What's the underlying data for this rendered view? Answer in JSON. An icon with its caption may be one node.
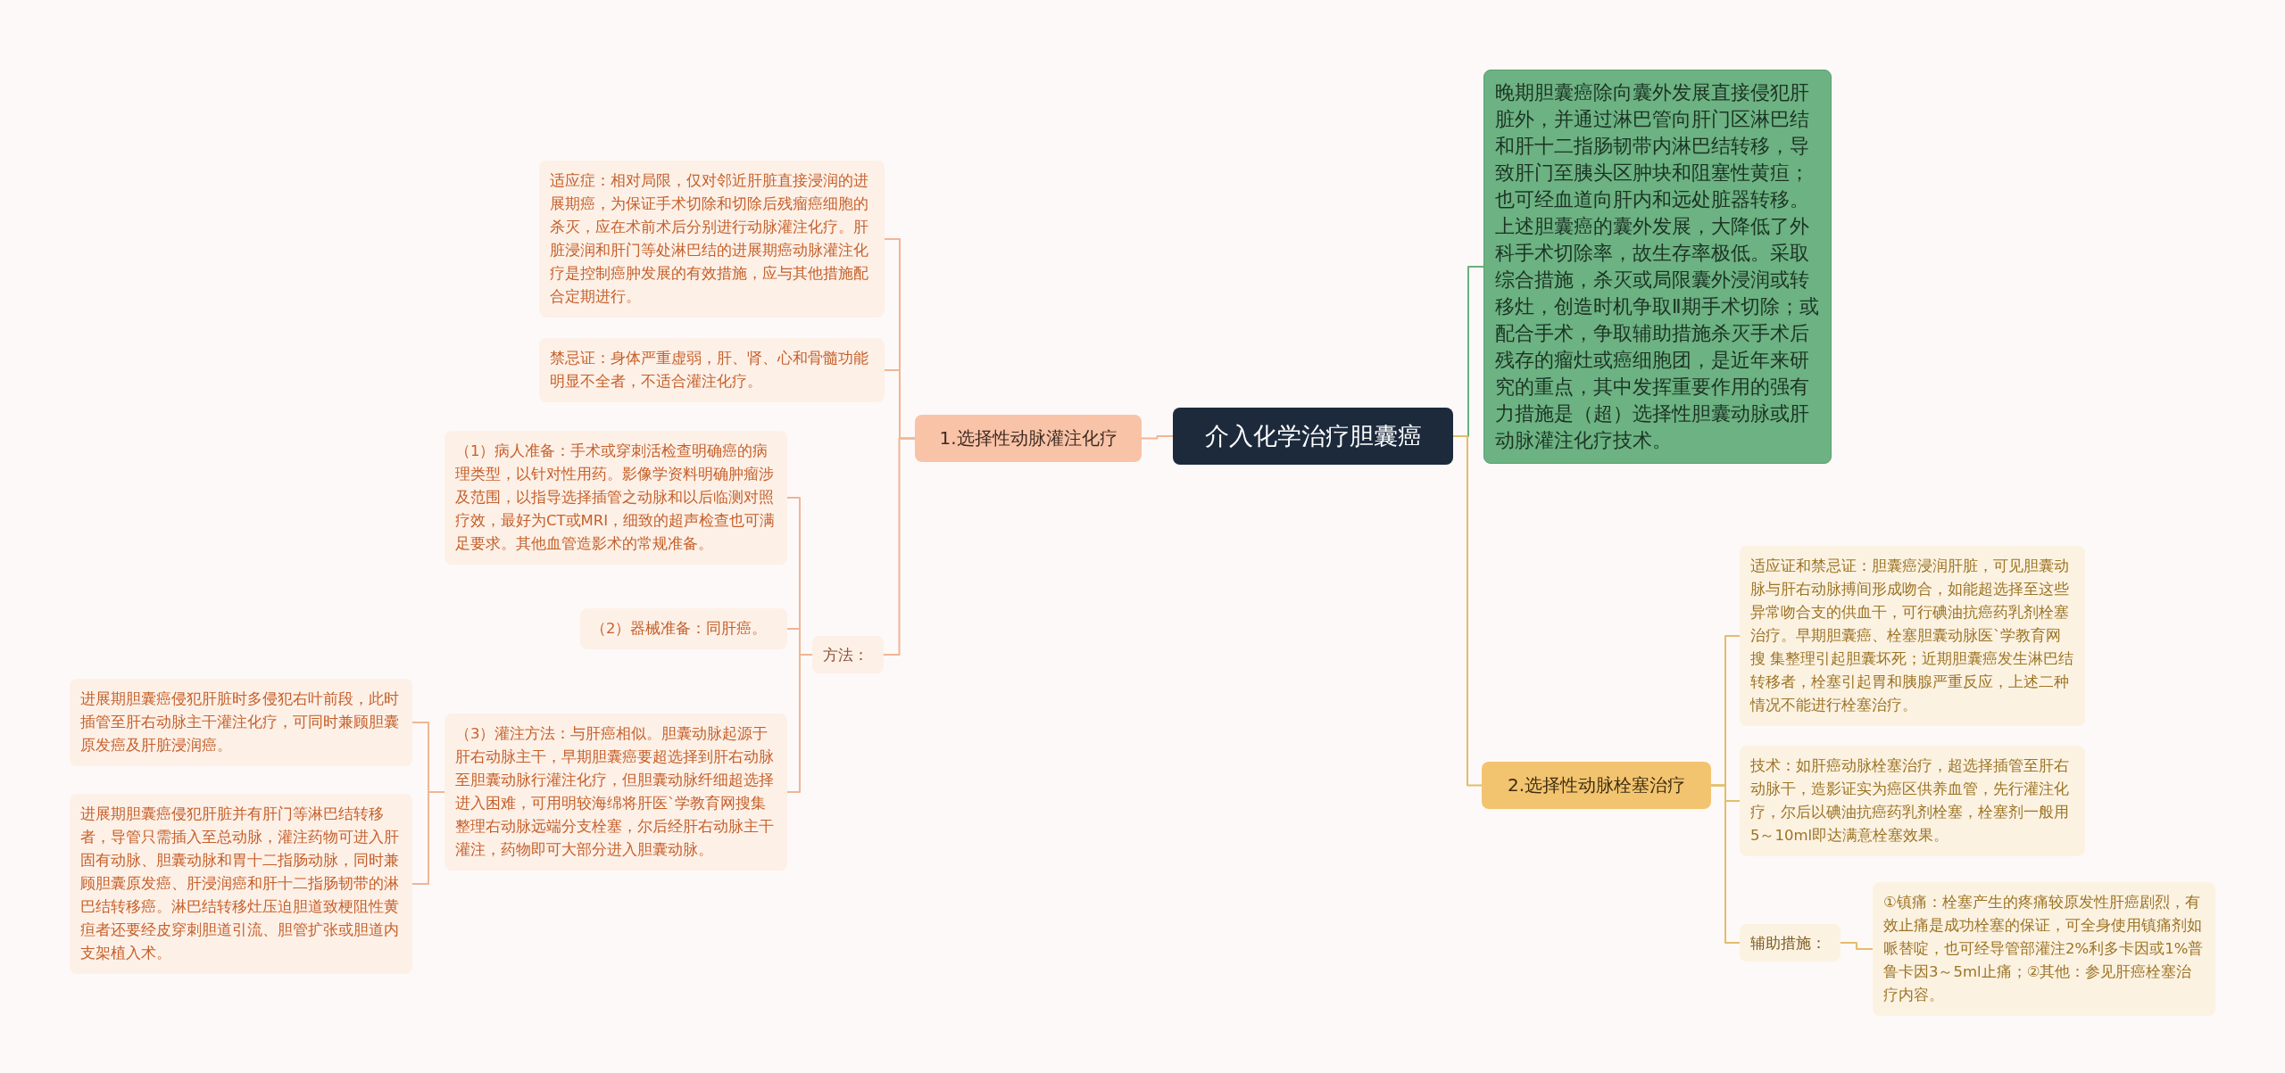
{
  "diagram": {
    "nodes": [
      {
        "text": [
          "介入化学治疗胆囊癌"
        ]
      },
      {
        "text": [
          "1.选择性动脉灌注化疗"
        ]
      },
      {
        "text": [
          "适应症：相对局限，仅对邻近肝脏直接浸润的进展期癌，为保证手术切除和切除后残瘤癌细胞的杀灭，应在术前术后分别进行动脉灌注化疗。肝脏浸润和肝门等处淋巴结的进展期癌动脉灌注化疗是控制癌肿发展的有效措施，应与其他措施配合定期进行。"
        ]
      },
      {
        "text": [
          "禁忌证：身体严重虚弱，肝、肾、心和骨髓功能明显不全者，不适合灌注化疗。"
        ]
      },
      {
        "text": [
          "方法："
        ]
      },
      {
        "text": [
          "（1）病人准备：手术或穿刺活检查明确癌的病理类型，以针对性用药。影像学资料明确肿瘤涉及范围，以指导选择插管之动脉和以后临测对照疗效，最好为CT或MRI，细致的超声检查也可满足要求。其他血管造影术的常规准备。"
        ]
      },
      {
        "text": [
          "（2）器械准备：同肝癌。"
        ]
      },
      {
        "text": [
          "（3）灌注方法：与肝癌相似。胆囊动脉起源于肝右动脉主干，早期胆囊癌要超选择到肝右动脉至胆囊动脉行灌注化疗，但胆囊动脉纤细超选择进入困难，可用明较海绵将肝医`学教育网搜集整理右动脉远端分支栓塞，尔后经肝右动脉主干灌注，药物即可大部分进入胆囊动脉。"
        ]
      },
      {
        "text": [
          "进展期胆囊癌侵犯肝脏时多侵犯右叶前段，此时插管至肝右动脉主干灌注化疗，可同时兼顾胆囊原发癌及肝脏浸润癌。"
        ]
      },
      {
        "text": [
          "进展期胆囊癌侵犯肝脏并有肝门等淋巴结转移者，导管只需插入至总动脉，灌注药物可进入肝固有动脉、胆囊动脉和胃十二指肠动脉，同时兼顾胆囊原发癌、肝浸润癌和肝十二指肠韧带的淋巴结转移癌。淋巴结转移灶压迫胆道致梗阻性黄疸者还要经皮穿刺胆道引流、胆管扩张或胆道内支架植入术。"
        ]
      },
      {
        "text": [
          "晚期胆囊癌除向囊外发展直接侵犯肝脏外，并通过淋巴管向肝门区淋巴结和肝十二指肠韧带内淋巴结转移，导致肝门至胰头区肿块和阻塞性黄疸；也可经血道向肝内和远处脏器转移。上述胆囊癌的囊外发展，大降低了外科手术切除率，故生存率极低。采取综合措施，杀灭或局限囊外浸润或转移灶，创造时机争取Ⅱ期手术切除；或配合手术，争取辅助措施杀灭手术后残存的瘤灶或癌细胞团，是近年来研究的重点，其中发挥重要作用的强有力措施是（超）选择性胆囊动脉或肝动脉灌注化疗技术。"
        ]
      },
      {
        "text": [
          "2.选择性动脉栓塞治疗"
        ]
      },
      {
        "text": [
          "适应证和禁忌证：胆囊癌浸润肝脏，可见胆囊动脉与肝右动脉搏间形成吻合，如能超选择至这些异常吻合支的供血干，可行碘油抗癌药乳剂栓塞治疗。早期胆囊癌、栓塞胆囊动脉医`学教育网搜 集整理引起胆囊坏死；近期胆囊癌发生淋巴结转移者，栓塞引起胃和胰腺严重反应，上述二种情况不能进行栓塞治疗。"
        ]
      },
      {
        "text": [
          "技术：如肝癌动脉栓塞治疗，超选择插管至肝右动脉干，造影证实为癌区供养血管，先行灌注化疗，尔后以碘油抗癌药乳剂栓塞，栓塞剂一般用5～10ml即达满意栓塞效果。"
        ]
      },
      {
        "text": [
          "辅助措施："
        ]
      },
      {
        "text": [
          "①镇痛：栓塞产生的疼痛较原发性肝癌剧烈，有效止痛是成功栓塞的保证，可全身使用镇痛剂如哌替啶，也可经导管部灌注2%利多卡因或1%普鲁卡因3～5ml止痛；②其他：参见肝癌栓塞治疗内容。"
        ]
      }
    ],
    "edges": [
      {
        "from": 0,
        "to": 1,
        "arrow": "none"
      },
      {
        "from": 1,
        "to": 2,
        "arrow": "none"
      },
      {
        "from": 1,
        "to": 3,
        "arrow": "none"
      },
      {
        "from": 1,
        "to": 4,
        "arrow": "none"
      },
      {
        "from": 4,
        "to": 5,
        "arrow": "none"
      },
      {
        "from": 4,
        "to": 6,
        "arrow": "none"
      },
      {
        "from": 4,
        "to": 7,
        "arrow": "none"
      },
      {
        "from": 7,
        "to": 8,
        "arrow": "none"
      },
      {
        "from": 7,
        "to": 9,
        "arrow": "none"
      },
      {
        "from": 0,
        "to": 10,
        "arrow": "none",
        "color": "#6aaf7f"
      },
      {
        "from": 0,
        "to": 11,
        "arrow": "none",
        "color": "#e3bd6a"
      },
      {
        "from": 11,
        "to": 12,
        "arrow": "none",
        "color": "#e3bd6a"
      },
      {
        "from": 11,
        "to": 13,
        "arrow": "none",
        "color": "#e3bd6a"
      },
      {
        "from": 11,
        "to": 14,
        "arrow": "none",
        "color": "#e3bd6a"
      },
      {
        "from": 14,
        "to": 15,
        "arrow": "none",
        "color": "#e3bd6a"
      }
    ]
  }
}
